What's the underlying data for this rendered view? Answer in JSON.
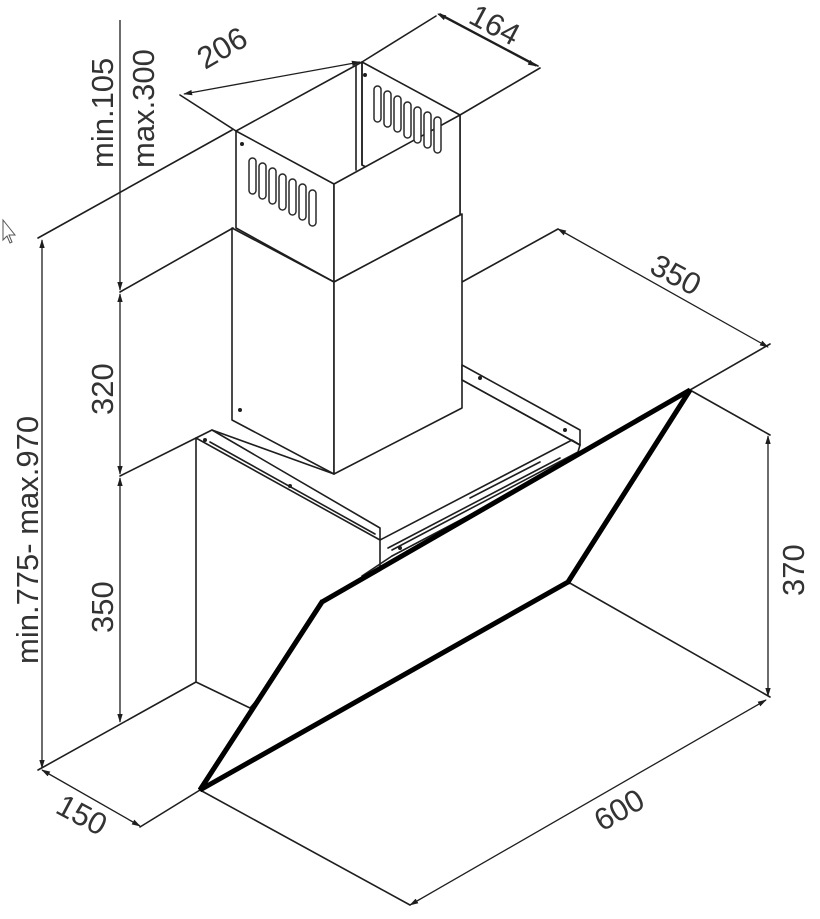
{
  "dimensions": {
    "top_width": "206",
    "top_depth": "164",
    "chimney_adjust_min": "min.105",
    "chimney_adjust_max": "max.300",
    "chimney_height": "320",
    "body_height": "350",
    "total_height": "min.775- max.970",
    "canopy_depth": "350",
    "canopy_height": "370",
    "base_depth": "150",
    "width": "600"
  },
  "icons": {
    "cursor": "mouse-pointer-icon"
  },
  "colors": {
    "line": "#1e1e1e",
    "glass_edge": "#000000",
    "text": "#333333"
  }
}
